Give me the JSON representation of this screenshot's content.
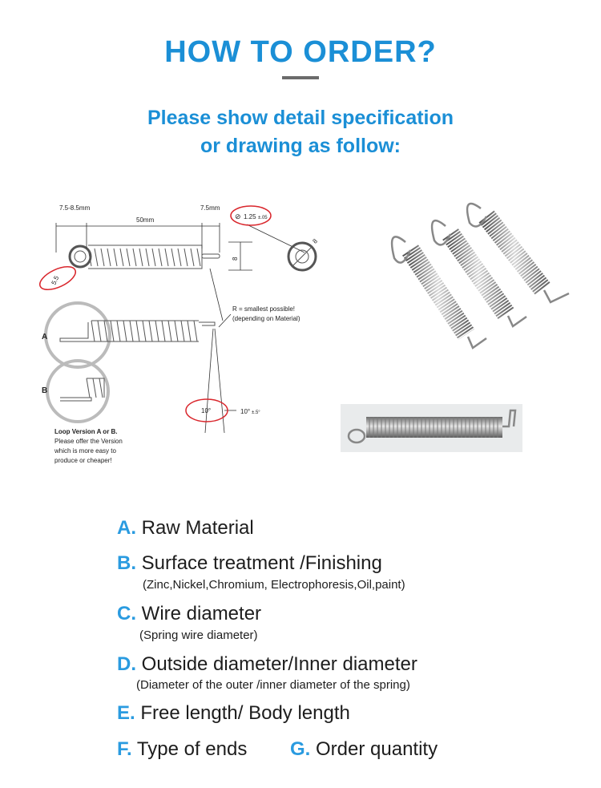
{
  "header": {
    "title": "HOW TO ORDER?",
    "subtitle_line1": "Please show detail specification",
    "subtitle_line2": "or drawing as follow:"
  },
  "drawing": {
    "dim_loop": "7.5-8.5mm",
    "dim_body": "50mm",
    "dim_end": "7.5mm",
    "dim_wire": "1.25",
    "dim_wire_tol": "±.05",
    "dim_od": "8",
    "dim_side": "8",
    "dim_loop_tol": "5.5",
    "radius_note1": "R = smallest possible!",
    "radius_note2": "(depending on Material)",
    "label_a": "A",
    "label_b": "B",
    "angle_inner": "10°",
    "angle_outer": "10°",
    "angle_tol": "±.5°",
    "loop_title": "Loop Version A or B.",
    "loop_line1": "Please offer the Version",
    "loop_line2": "which is more easy to",
    "loop_line3": "produce or cheaper!"
  },
  "items": {
    "a_letter": "A.",
    "a_text": "Raw Material",
    "b_letter": "B.",
    "b_text": "Surface treatment /Finishing",
    "b_note": "(Zinc,Nickel,Chromium, Electrophoresis,Oil,paint)",
    "c_letter": "C.",
    "c_text": "Wire diameter",
    "c_note": "(Spring wire diameter)",
    "d_letter": "D.",
    "d_text": "Outside diameter/Inner diameter",
    "d_note": "(Diameter of the outer /inner diameter of the spring)",
    "e_letter": "E.",
    "e_text": "Free length/ Body length",
    "f_letter": "F.",
    "f_text": "Type of ends",
    "g_letter": "G.",
    "g_text": "Order quantity"
  },
  "colors": {
    "accent": "#1b8fd6",
    "letter": "#2a9be0",
    "highlight": "#d9262c"
  }
}
